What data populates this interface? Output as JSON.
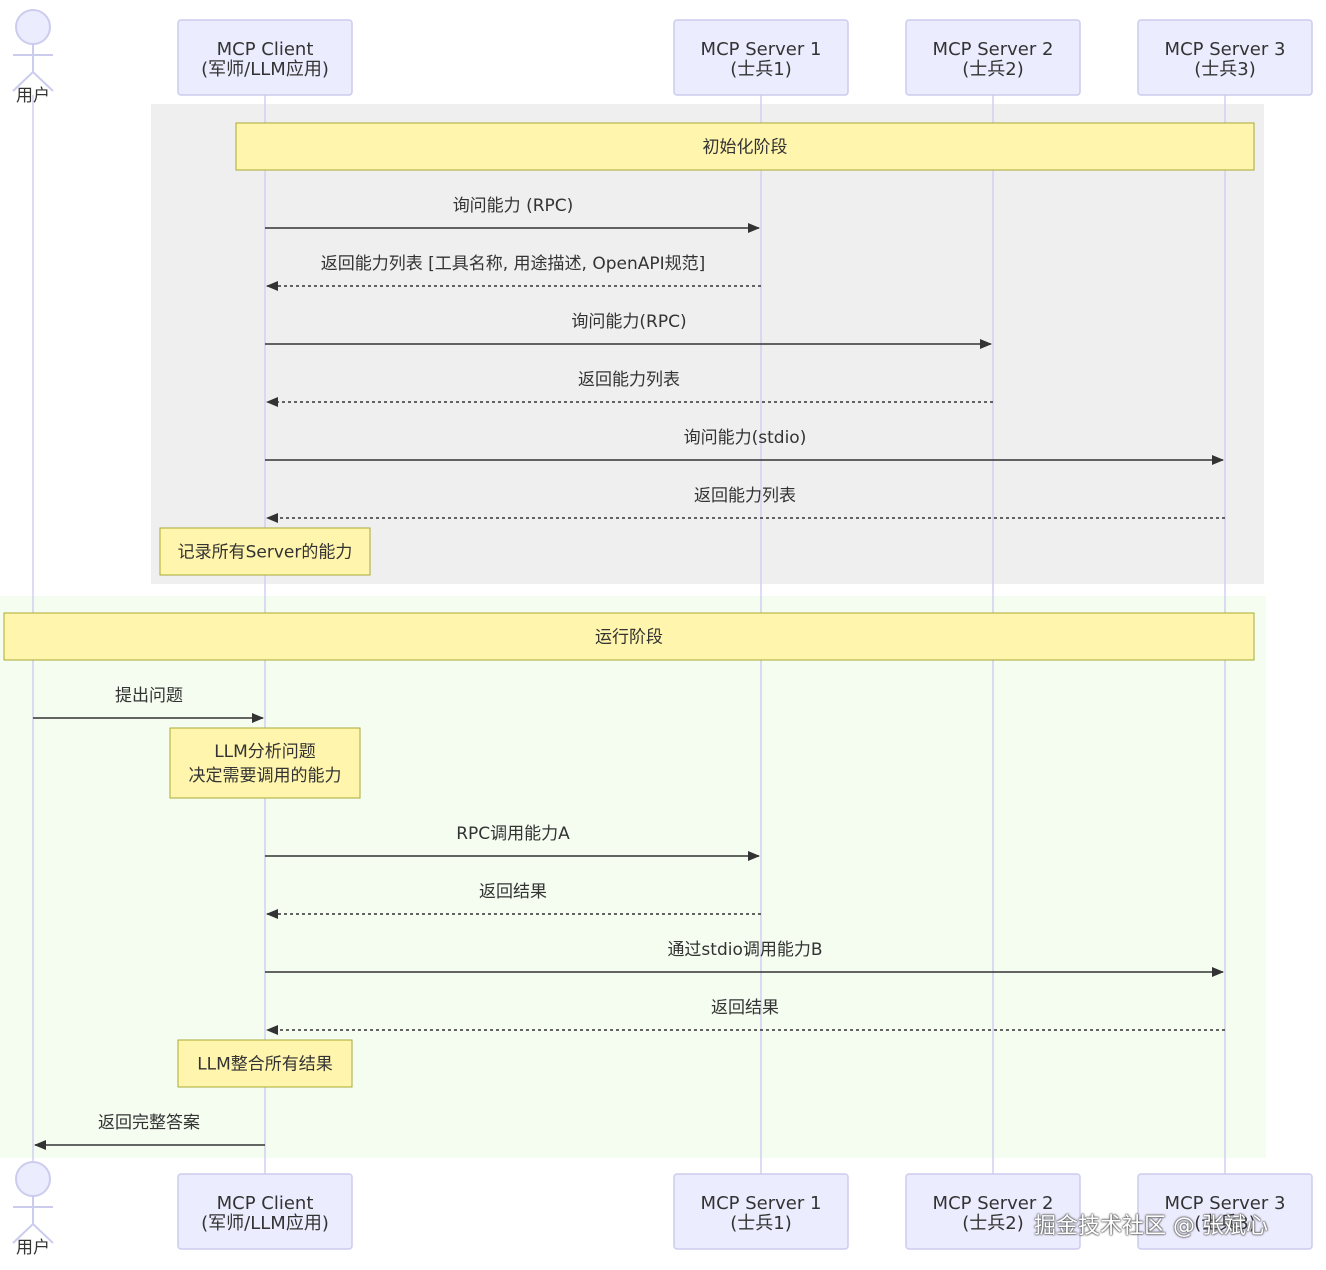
{
  "participants": [
    {
      "id": "user",
      "kind": "actor",
      "label": "用户"
    },
    {
      "id": "client",
      "kind": "box",
      "line1": "MCP Client",
      "line2": "(军师/LLM应用)"
    },
    {
      "id": "s1",
      "kind": "box",
      "line1": "MCP Server 1",
      "line2": "(士兵1)"
    },
    {
      "id": "s2",
      "kind": "box",
      "line1": "MCP Server 2",
      "line2": "(士兵2)"
    },
    {
      "id": "s3",
      "kind": "box",
      "line1": "MCP Server 3",
      "line2": "(士兵3)"
    }
  ],
  "sections": [
    {
      "name": "init",
      "title": "初始化阶段",
      "background": "#efefef"
    },
    {
      "name": "run",
      "title": "运行阶段",
      "background": "#f4fdf0"
    }
  ],
  "messages": [
    {
      "from": "client",
      "to": "s1",
      "text": "询问能力 (RPC)",
      "style": "solid"
    },
    {
      "from": "s1",
      "to": "client",
      "text": "返回能力列表 [工具名称, 用途描述, OpenAPI规范]",
      "style": "dashed"
    },
    {
      "from": "client",
      "to": "s2",
      "text": "询问能力(RPC)",
      "style": "solid"
    },
    {
      "from": "s2",
      "to": "client",
      "text": "返回能力列表",
      "style": "dashed"
    },
    {
      "from": "client",
      "to": "s3",
      "text": "询问能力(stdio)",
      "style": "solid"
    },
    {
      "from": "s3",
      "to": "client",
      "text": "返回能力列表",
      "style": "dashed"
    },
    {
      "from": "user",
      "to": "client",
      "text": "提出问题",
      "style": "solid"
    },
    {
      "from": "client",
      "to": "s1",
      "text": "RPC调用能力A",
      "style": "solid"
    },
    {
      "from": "s1",
      "to": "client",
      "text": "返回结果",
      "style": "dashed"
    },
    {
      "from": "client",
      "to": "s3",
      "text": "通过stdio调用能力B",
      "style": "solid"
    },
    {
      "from": "s3",
      "to": "client",
      "text": "返回结果",
      "style": "dashed"
    },
    {
      "from": "client",
      "to": "user",
      "text": "返回完整答案",
      "style": "solid"
    }
  ],
  "notes": [
    {
      "over": "client",
      "lines": [
        "记录所有Server的能力"
      ]
    },
    {
      "over": "client",
      "lines": [
        "LLM分析问题",
        "决定需要调用的能力"
      ]
    },
    {
      "over": "client",
      "lines": [
        "LLM整合所有结果"
      ]
    }
  ],
  "watermark": "掘金技术社区 @ 张斌心",
  "colors": {
    "participant_fill": "#ececff",
    "participant_border": "#ccccee",
    "lifeline": "#d0d0f0",
    "note_fill": "#fff5ad",
    "note_border": "#aaaa33",
    "arrow": "#333333"
  }
}
